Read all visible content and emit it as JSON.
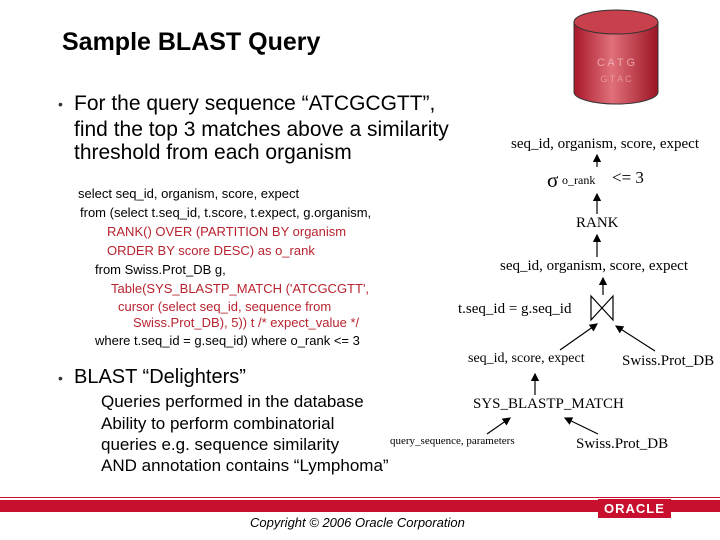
{
  "slide": {
    "title": "Sample BLAST Query",
    "bullet1": {
      "lines": [
        "For the query sequence “ATCGCGTT”,",
        "find the top 3 matches above a similarity",
        "threshold from each organism"
      ]
    },
    "sql": {
      "l1": "select seq_id, organism, score, expect",
      "l2": "from (select t.seq_id, t.score, t.expect, g.organism,",
      "l3": "RANK() OVER (PARTITION BY organism",
      "l4": "ORDER BY score DESC) as o_rank",
      "l5": "from Swiss.Prot_DB g,",
      "l6": "Table(SYS_BLASTP_MATCH ('ATCGCGTT',",
      "l7": "cursor (select seq_id, sequence from",
      "l8": "Swiss.Prot_DB), 5)) t   /* expect_value */",
      "l9": "where t.seq_id = g.seq_id) where o_rank <= 3"
    },
    "bullet2": {
      "label": "BLAST “Delighters”",
      "lines": [
        "Queries performed in the database",
        "Ability to perform combinatorial",
        "queries e.g. sequence similarity",
        "AND annotation contains “Lymphoma”"
      ]
    },
    "plan": {
      "top_cols": "seq_id, organism, score, expect",
      "sigma": "σ",
      "select_cond": "o_rank <= 3",
      "rank": "RANK",
      "mid_cols": "seq_id, organism, score, expect",
      "join_cond": "t.seq_id = g.seq_id",
      "left_cols": "seq_id, score, expect",
      "right_table": "Swiss.Prot_DB",
      "func": "SYS_BLASTP_MATCH",
      "func_args": "query_sequence, parameters",
      "func_table": "Swiss.Prot_DB"
    },
    "db_letters": "C A T G",
    "footer": {
      "copyright": "Copyright © 2006 Oracle Corporation",
      "brand": "ORACLE"
    },
    "colors": {
      "accent_red": "#c8102e",
      "sql_red": "#b8232f"
    }
  }
}
